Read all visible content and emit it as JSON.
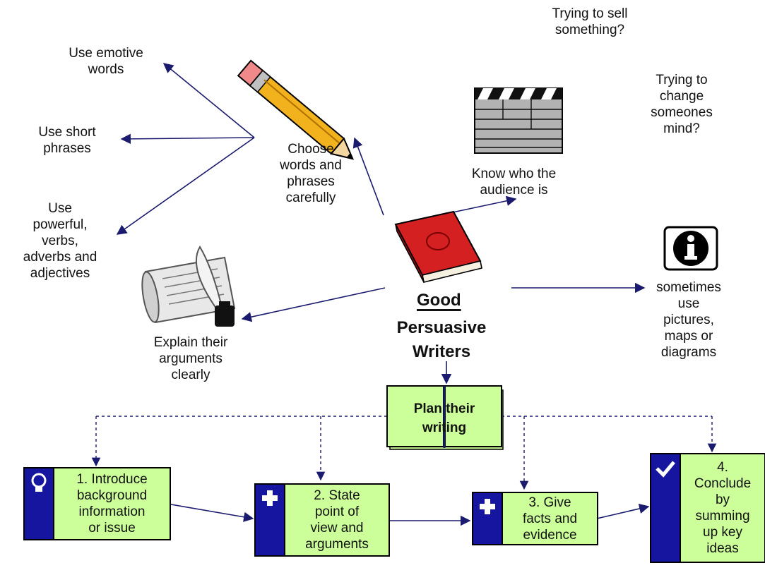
{
  "center": {
    "title_top": "Good",
    "title_bottom": "Persuasive\nWriters"
  },
  "branches": {
    "emotive": "Use emotive\nwords",
    "short": "Use short\nphrases",
    "powerful": "Use\npowerful,\nverbs,\nadverbs and\nadjectives",
    "choose": "Choose\nwords and\nphrases\ncarefully",
    "audience": "Know who the\naudience is",
    "sell": "Trying to sell\nsomething?",
    "change": "Trying to\nchange\nsomeones\nmind?",
    "explain": "Explain their\narguments\nclearly",
    "pictures": "sometimes\nuse\npictures,\nmaps or\ndiagrams"
  },
  "plan": {
    "label": "Plan their\nwriting"
  },
  "steps": [
    {
      "label": "1. Introduce\nbackground\ninformation\nor issue",
      "icon": "lightbulb-icon"
    },
    {
      "label": "2. State\npoint of\nview and\narguments",
      "icon": "plus-icon"
    },
    {
      "label": "3. Give\nfacts and\nevidence",
      "icon": "plus-icon"
    },
    {
      "label": "4.\nConclude\nby\nsumming\nup key\nideas",
      "icon": "checkmark-icon"
    }
  ],
  "colors": {
    "arrow": "#1a1a6e",
    "step_fill": "#ccff99",
    "step_bar": "#1515a0",
    "book": "#d42020"
  }
}
